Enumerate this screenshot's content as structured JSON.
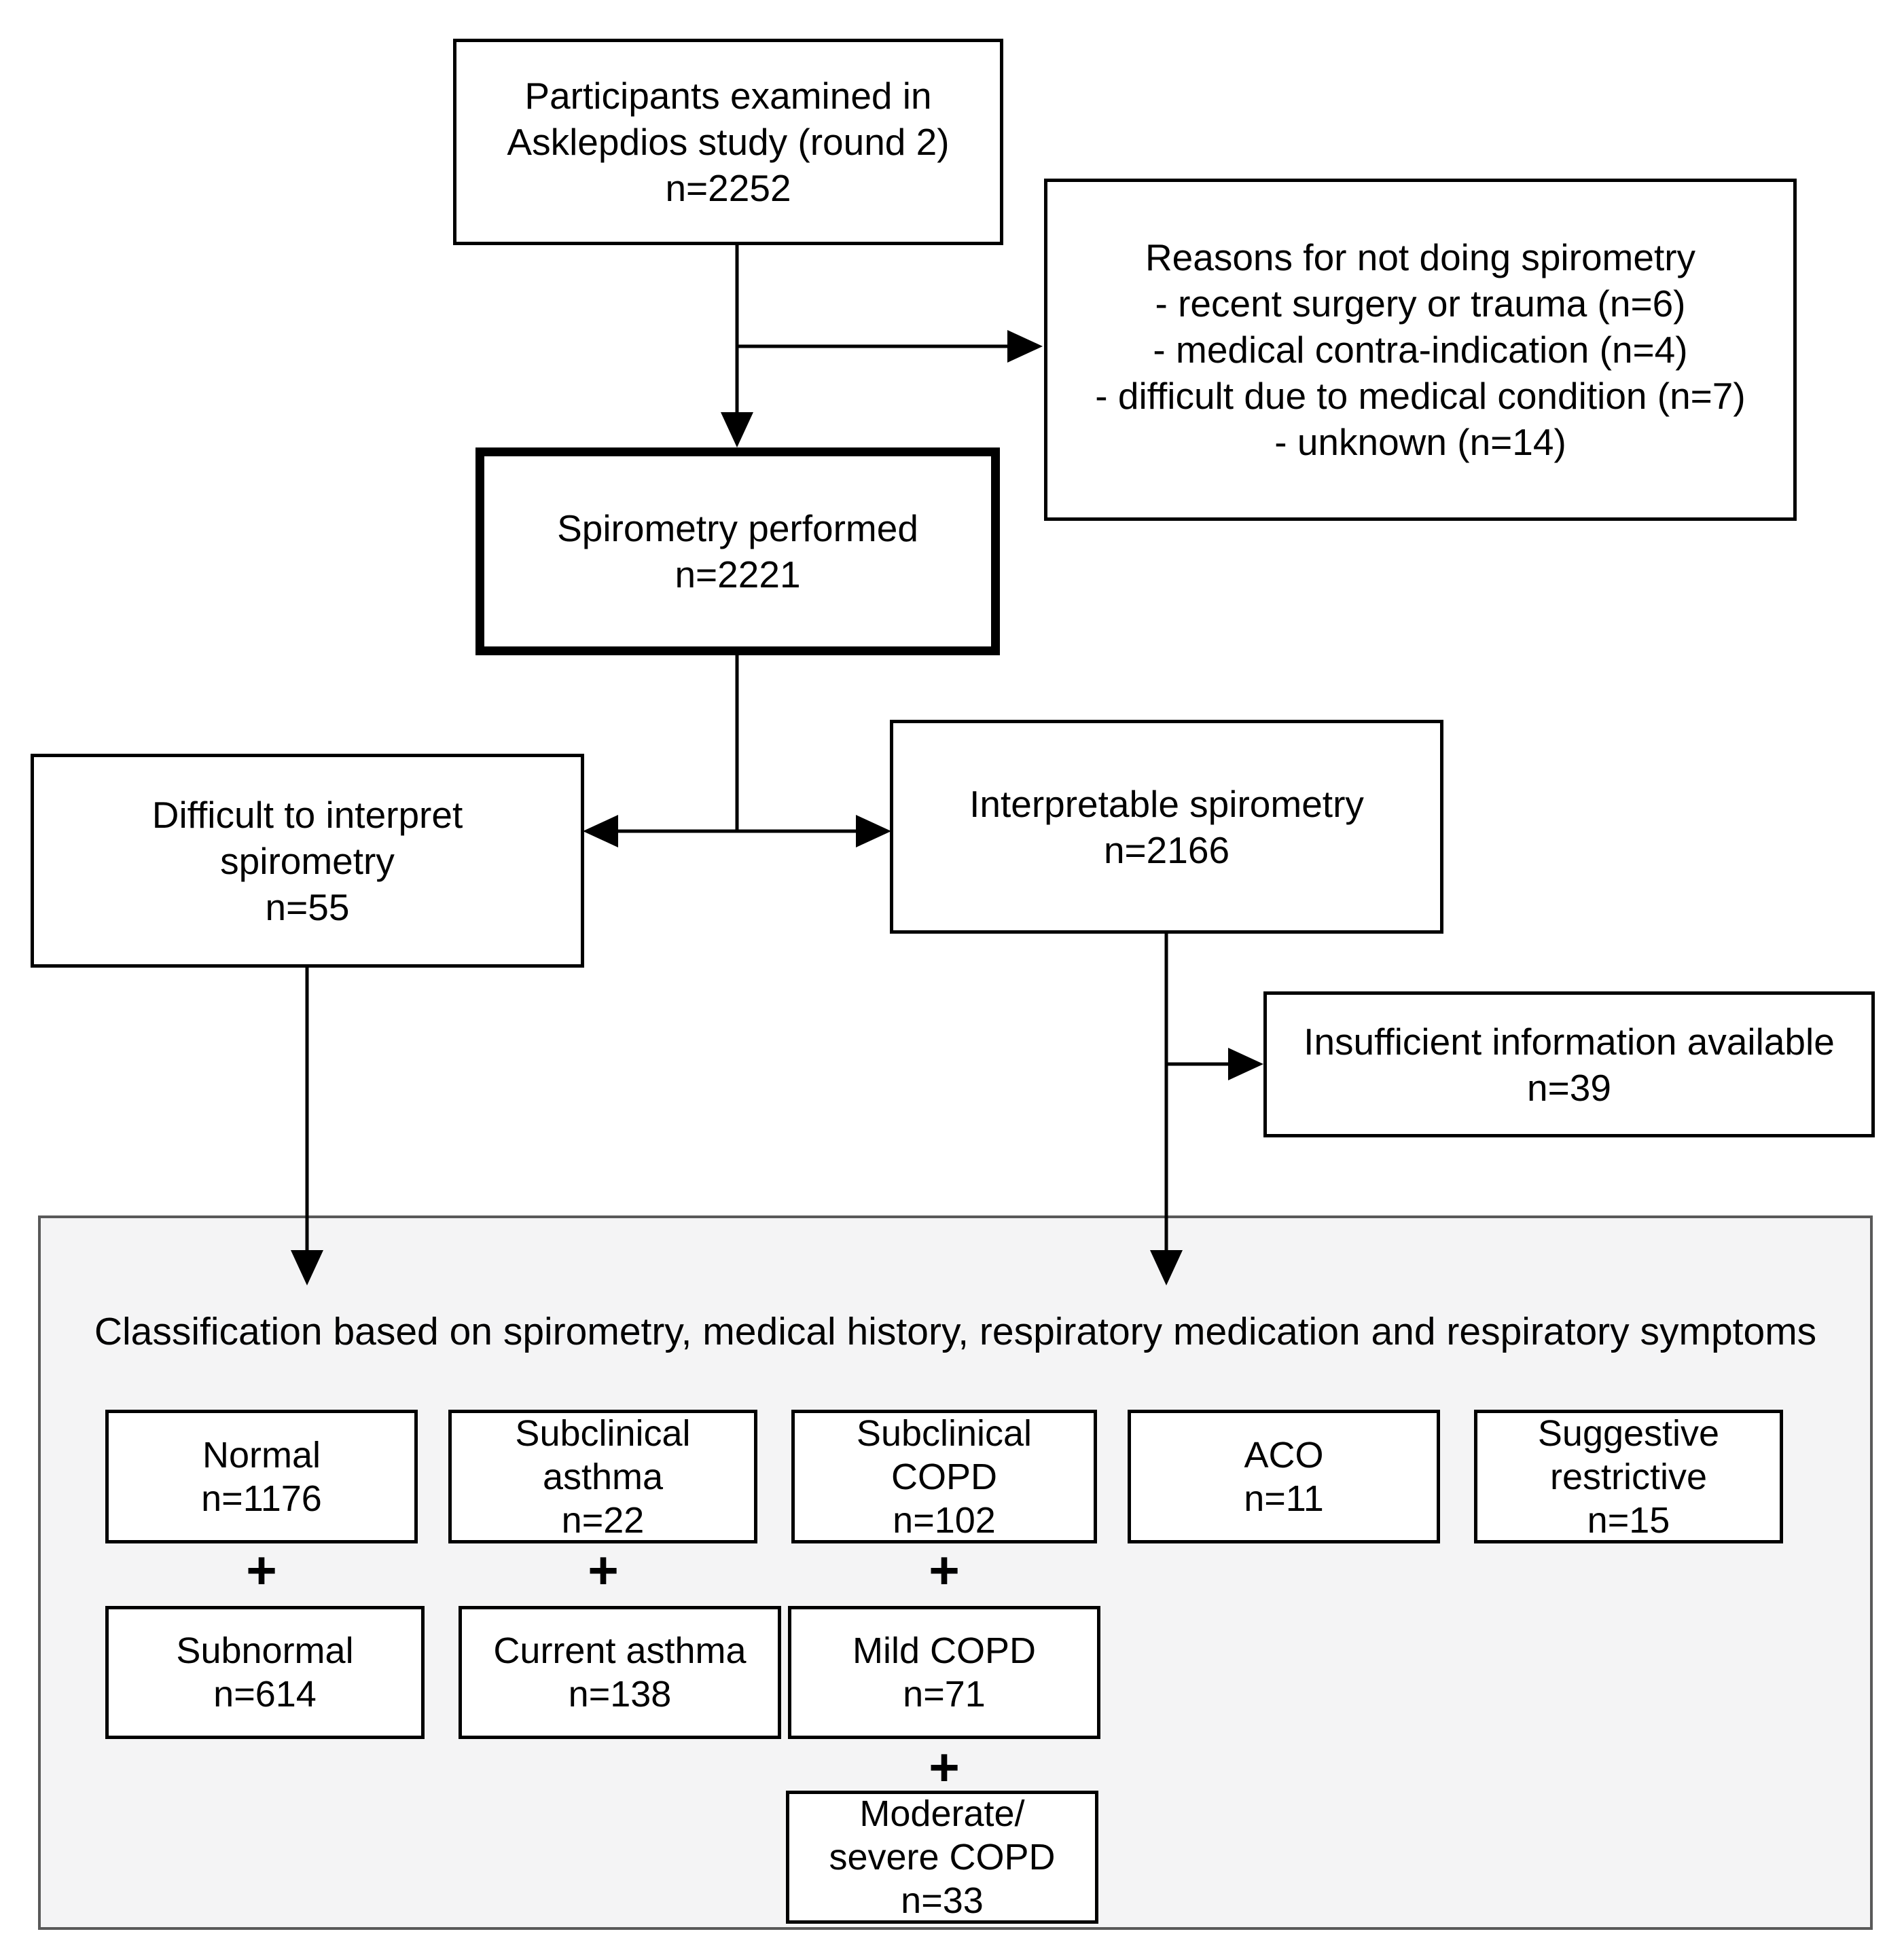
{
  "page": {
    "background": "#ffffff"
  },
  "colors": {
    "box_border": "#000000",
    "bold_box_border": "#000000",
    "arrow": "#000000",
    "text": "#000000",
    "panel_background": "#f4f4f5",
    "panel_border": "#595959"
  },
  "nodes": {
    "participants": {
      "lines": [
        "Participants examined in",
        "Asklepdios study (round 2)",
        "n=2252"
      ]
    },
    "reasons": {
      "lines": [
        "Reasons for not doing spirometry",
        "- recent surgery or trauma (n=6)",
        "- medical contra-indication (n=4)",
        "- difficult due to medical condition (n=7)",
        "- unknown (n=14)"
      ]
    },
    "spirometry_performed": {
      "lines": [
        "Spirometry performed",
        "n=2221"
      ]
    },
    "difficult_to_interpret": {
      "lines": [
        "Difficult to interpret",
        "spirometry",
        "n=55"
      ]
    },
    "interpretable": {
      "lines": [
        "Interpretable spirometry",
        "n=2166"
      ]
    },
    "insufficient_information": {
      "lines": [
        "Insufficient information available",
        "n=39"
      ]
    }
  },
  "classification": {
    "title": "Classification based on spirometry, medical history, respiratory medication and respiratory symptoms",
    "plus": "+",
    "boxes": {
      "normal": {
        "lines": [
          "Normal",
          "n=1176"
        ]
      },
      "subclinical_asthma": {
        "lines": [
          "Subclinical",
          "asthma",
          "n=22"
        ]
      },
      "subclinical_copd": {
        "lines": [
          "Subclinical",
          "COPD",
          "n=102"
        ]
      },
      "aco": {
        "lines": [
          "ACO",
          "n=11"
        ]
      },
      "suggestive_restrictive": {
        "lines": [
          "Suggestive",
          "restrictive",
          "n=15"
        ]
      },
      "subnormal": {
        "lines": [
          "Subnormal",
          "n=614"
        ]
      },
      "current_asthma": {
        "lines": [
          "Current asthma",
          "n=138"
        ]
      },
      "mild_copd": {
        "lines": [
          "Mild COPD",
          "n=71"
        ]
      },
      "moderate_severe_copd": {
        "lines": [
          "Moderate/",
          "severe COPD",
          "n=33"
        ]
      }
    }
  }
}
